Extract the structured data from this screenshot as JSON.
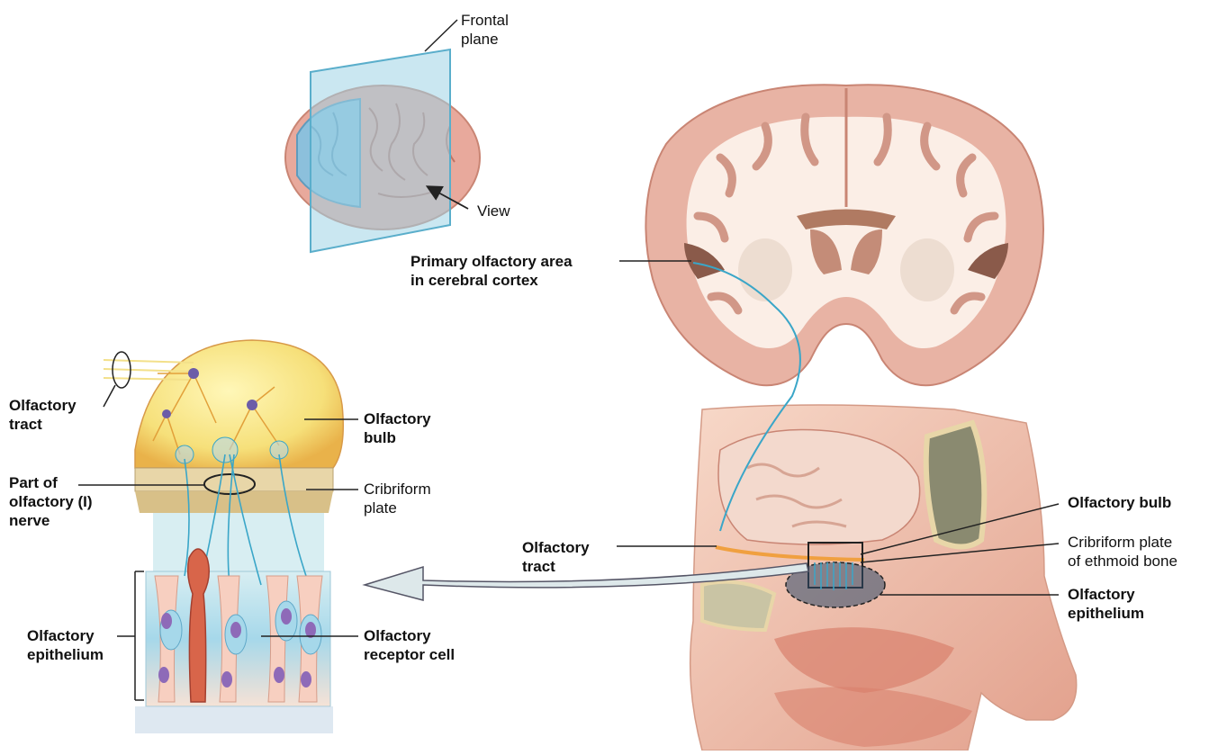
{
  "labels": {
    "frontal_plane": "Frontal\nplane",
    "view": "View",
    "primary_olfactory_area": "Primary olfactory area\nin cerebral cortex",
    "olfactory_tract_left": "Olfactory\ntract",
    "olfactory_bulb_left": "Olfactory\nbulb",
    "part_of_nerve": "Part of\nolfactory (I)\nnerve",
    "cribriform_plate_left": "Cribriform\nplate",
    "olfactory_epithelium_left": "Olfactory\nepithelium",
    "olfactory_receptor_cell": "Olfactory\nreceptor cell",
    "olfactory_bulb_right": "Olfactory bulb",
    "olfactory_tract_right": "Olfactory\ntract",
    "cribriform_plate_right": "Cribriform plate\nof ethmoid bone",
    "olfactory_epithelium_right": "Olfactory\nepithelium"
  },
  "colors": {
    "brain_pink": "#e8b3a4",
    "white_matter": "#fbeee6",
    "plane_blue": "#9fd4e6",
    "cortex_blue": "#8cc0dc",
    "bulb_yellow": "#f6e07a",
    "nerve_teal": "#3aa6c8",
    "receptor_red": "#d8654a",
    "epithelium_blue": "#7fc4e0",
    "bone_tan": "#e8d6a8",
    "tract_orange": "#f0a040"
  }
}
